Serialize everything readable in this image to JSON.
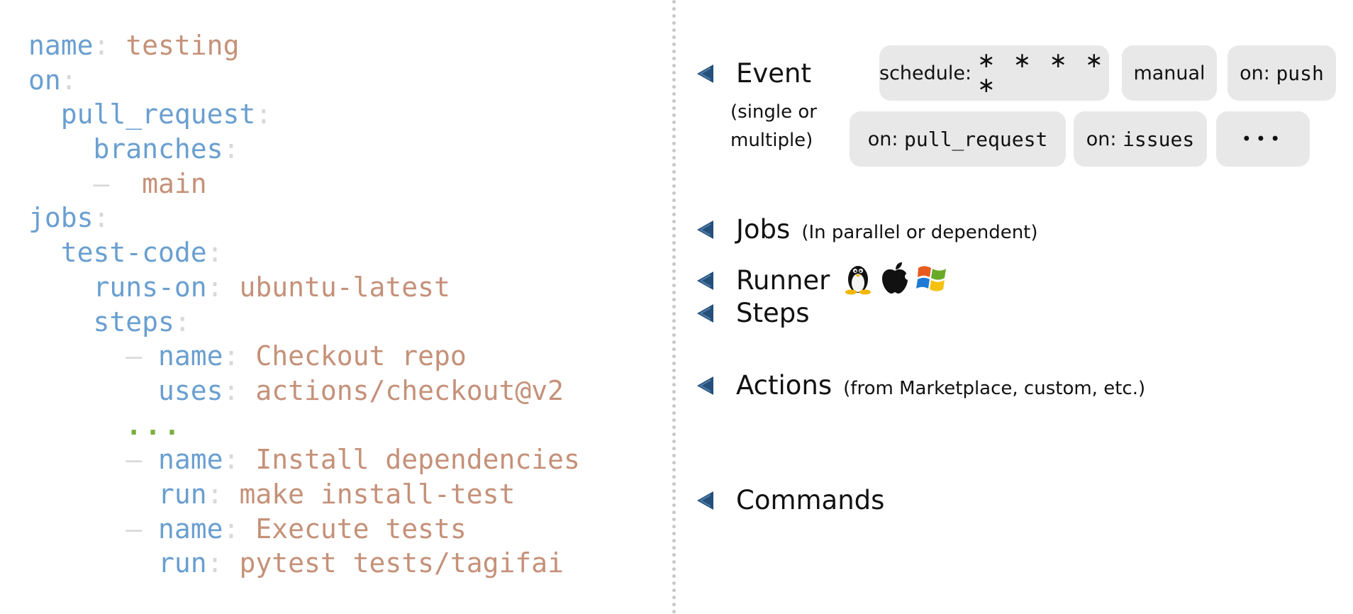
{
  "code": {
    "lines": [
      {
        "indent": "",
        "dash": "",
        "key": "name",
        "value": "testing"
      },
      {
        "indent": "",
        "dash": "",
        "key": "on",
        "value": ""
      },
      {
        "indent": "  ",
        "dash": "",
        "key": "pull_request",
        "value": ""
      },
      {
        "indent": "    ",
        "dash": "",
        "key": "branches",
        "value": ""
      },
      {
        "indent": "    ",
        "dash": "– ",
        "key": "",
        "value": "main"
      },
      {
        "indent": "",
        "dash": "",
        "key": "jobs",
        "value": ""
      },
      {
        "indent": "  ",
        "dash": "",
        "key": "test-code",
        "value": ""
      },
      {
        "indent": "    ",
        "dash": "",
        "key": "runs-on",
        "value": "ubuntu-latest"
      },
      {
        "indent": "    ",
        "dash": "",
        "key": "steps",
        "value": ""
      },
      {
        "indent": "      ",
        "dash": "– ",
        "key": "name",
        "value": "Checkout repo"
      },
      {
        "indent": "        ",
        "dash": "",
        "key": "uses",
        "value": "actions/checkout@v2"
      },
      {
        "indent": "      ",
        "dash": "",
        "key": "",
        "value": "",
        "ellipsis": "..."
      },
      {
        "indent": "      ",
        "dash": "– ",
        "key": "name",
        "value": "Install dependencies"
      },
      {
        "indent": "        ",
        "dash": "",
        "key": "run",
        "value": "make install-test"
      },
      {
        "indent": "      ",
        "dash": "– ",
        "key": "name",
        "value": "Execute tests"
      },
      {
        "indent": "        ",
        "dash": "",
        "key": "run",
        "value": "pytest tests/tagifai"
      }
    ],
    "separator": ":"
  },
  "annotations": {
    "event": {
      "label": "Event",
      "note_line1": "(single or",
      "note_line2": "multiple)"
    },
    "jobs": {
      "label": "Jobs",
      "note": "(In parallel or dependent)"
    },
    "runner": {
      "label": "Runner",
      "icons": [
        "linux-tux-icon",
        "apple-icon",
        "windows-icon"
      ]
    },
    "steps": {
      "label": "Steps"
    },
    "actions": {
      "label": "Actions",
      "note": "(from Marketplace, custom, etc.)"
    },
    "commands": {
      "label": "Commands"
    }
  },
  "chips": {
    "schedule": {
      "prefix": "schedule:",
      "stars": "∗ ∗ ∗ ∗ ∗"
    },
    "manual": {
      "text": "manual"
    },
    "push": {
      "prefix": "on:",
      "mono": "push"
    },
    "pull_request": {
      "prefix": "on:",
      "mono": "pull_request"
    },
    "issues": {
      "prefix": "on:",
      "mono": "issues"
    },
    "more": {
      "text": "•••"
    }
  },
  "colors": {
    "key": "#6a9fd0",
    "value": "#c59179",
    "punct": "#d8d8d8",
    "ellipsis": "#7aaf3c",
    "marker": "#24507a",
    "chip_bg": "#e8e8e8",
    "divider": "#c8c8c8"
  }
}
